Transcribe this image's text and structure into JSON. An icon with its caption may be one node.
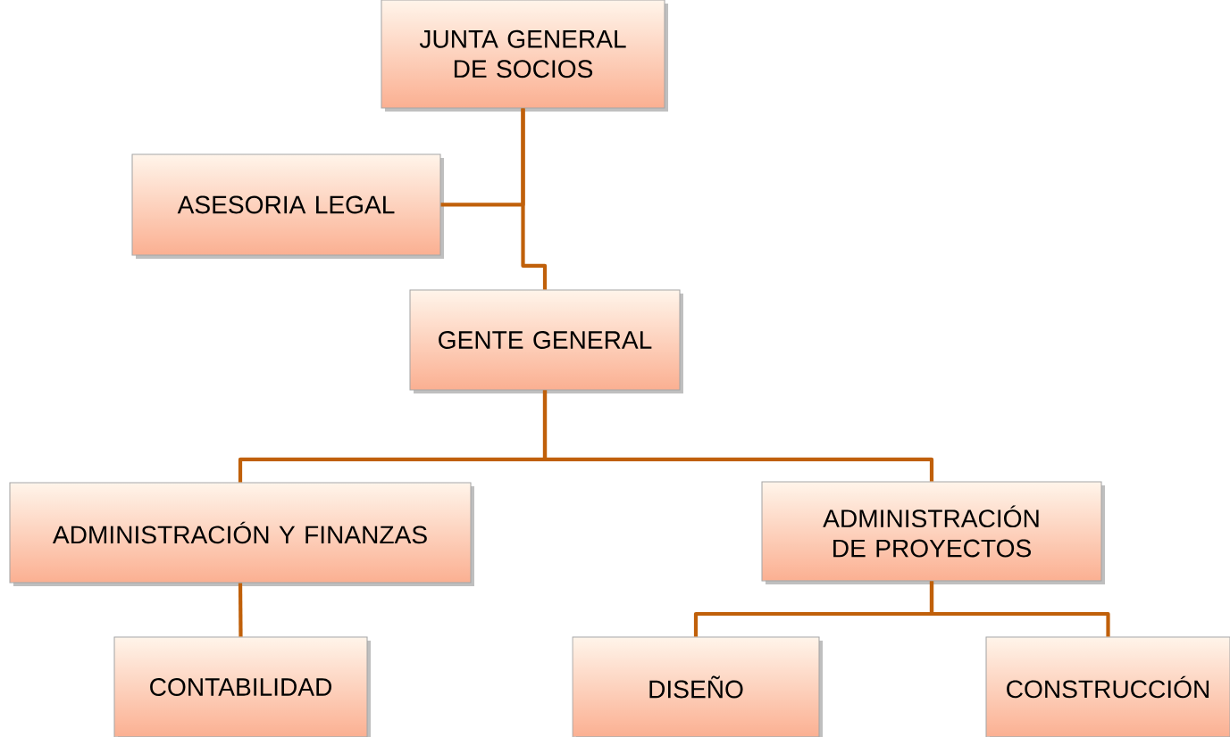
{
  "diagram": {
    "nodes": [
      {
        "text": [
          "JUNTA GENERAL DE SOCIOS"
        ]
      },
      {
        "text": [
          "ASESORIA LEGAL"
        ]
      },
      {
        "text": [
          "GENTE GENERAL"
        ]
      },
      {
        "text": [
          "ADMINISTRACIÓN Y FINANZAS"
        ]
      },
      {
        "text": [
          "ADMINISTRACIÓN DE PROYECTOS"
        ]
      },
      {
        "text": [
          "CONTABILIDAD"
        ]
      },
      {
        "text": [
          "DISEÑO"
        ]
      },
      {
        "text": [
          "CONSTRUCCIÓN"
        ]
      }
    ],
    "edges": [
      {
        "from": 0,
        "to": 1,
        "arrow": "none"
      },
      {
        "from": 0,
        "to": 2,
        "arrow": "none"
      },
      {
        "from": 2,
        "to": 3,
        "arrow": "none"
      },
      {
        "from": 2,
        "to": 4,
        "arrow": "none"
      },
      {
        "from": 3,
        "to": 5,
        "arrow": "none"
      },
      {
        "from": 4,
        "to": 6,
        "arrow": "none"
      },
      {
        "from": 4,
        "to": 7,
        "arrow": "none"
      }
    ]
  }
}
